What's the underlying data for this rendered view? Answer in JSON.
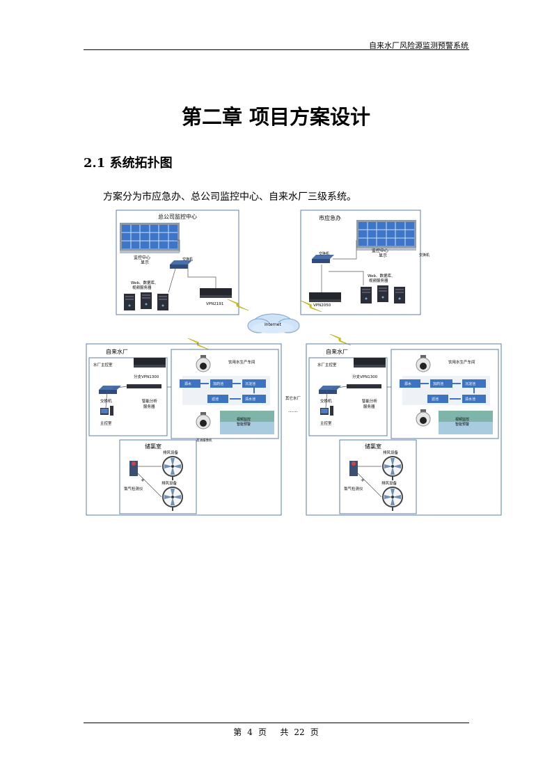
{
  "header": {
    "doc_title": "自来水厂风险源监测预警系统"
  },
  "chapter_title": "第二章  项目方案设计",
  "section_title": "2.1 系统拓扑图",
  "intro": "方案分为市应急办、总公司监控中心、自来水厂三级系统。",
  "diagram": {
    "hq": {
      "title": "总公司监控中心",
      "wall_label_1": "监控中心",
      "wall_label_2": "显示",
      "switch": "交换机",
      "servers_1": "Web、数据库、",
      "servers_2": "视频服务器",
      "vpn": "VPN2191"
    },
    "city": {
      "title": "市应急办",
      "wall_label_1": "监控中心",
      "wall_label_2": "显示",
      "switch": "交换机",
      "side_note": "交换机",
      "servers_1": "Web、数据库、",
      "servers_2": "视频服务器",
      "vpn": "VPN2050"
    },
    "internet": "Internet",
    "plant_left": {
      "title": "自来水厂",
      "room": "水厂主控室",
      "vpn": "分支VPN1300",
      "switch": "交换机",
      "host": "主控室",
      "analysis_1": "智能分析",
      "analysis_2": "服务器",
      "workshop": "饮用水生产车间",
      "proc_1": "源水",
      "proc_2": "加药池",
      "proc_3": "沉淀池",
      "proc_4": "滤池",
      "proc_5": "清水池",
      "video_1": "视频监控",
      "video_2": "智能预警",
      "camera_note": "高清摄像机",
      "chlorine_room": "储氯室",
      "fan_1": "排风设备",
      "fan_2": "排风设备",
      "detector": "氯气检测仪"
    },
    "plant_right": {
      "title": "自来水厂",
      "room": "水厂主控室",
      "vpn": "分支VPN1300",
      "switch": "交换机",
      "host": "主控室",
      "analysis_1": "智能分析",
      "analysis_2": "服务器",
      "workshop": "饮用水生产车间",
      "proc_1": "源水",
      "proc_2": "加药池",
      "proc_3": "沉淀池",
      "proc_4": "滤池",
      "proc_5": "清水池",
      "video_1": "视频监控",
      "video_2": "智能预警",
      "chlorine_room": "储氯室",
      "fan_1": "排风设备",
      "fan_2": "排风设备",
      "detector": "氯气检测仪"
    },
    "middle_label": "其它水厂",
    "ellipsis": "……"
  },
  "footer": {
    "page_word": "第",
    "page_num": "4",
    "page_unit": "页",
    "total_word": "共",
    "total_num": "22",
    "total_unit": "页"
  }
}
